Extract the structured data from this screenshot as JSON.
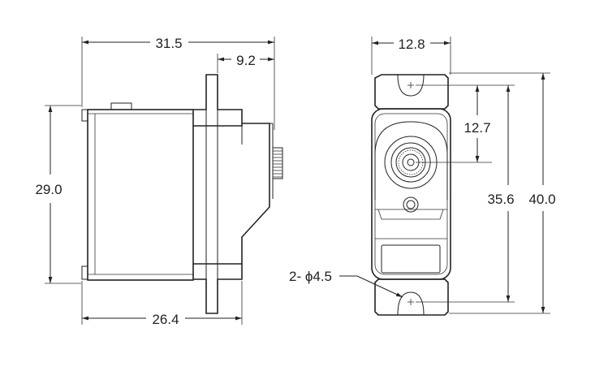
{
  "dimensions": {
    "total_length": "31.5",
    "shaft_offset": "9.2",
    "height": "29.0",
    "body_length": "26.4",
    "width": "12.8",
    "shaft_to_hole": "12.7",
    "hole_spacing": "35.6",
    "overall_height": "40.0",
    "hole_diameter": "2- ϕ4.5"
  },
  "colors": {
    "line": "#222222",
    "background": "#ffffff"
  }
}
